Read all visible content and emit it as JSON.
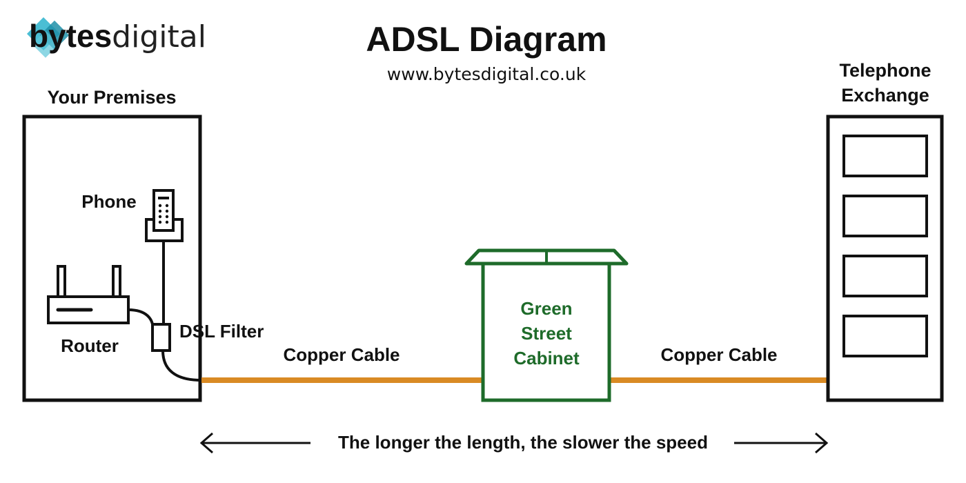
{
  "logo": {
    "text_bold": "bytes",
    "text_light": "digital",
    "colors": [
      "#1f8fa8",
      "#2bb3cc",
      "#5cc6d9"
    ]
  },
  "title": "ADSL Diagram",
  "url": "www.bytesdigital.co.uk",
  "premises": {
    "title": "Your Premises",
    "phone_label": "Phone",
    "router_label": "Router",
    "filter_label": "DSL Filter"
  },
  "cabinet": {
    "line1": "Green",
    "line2": "Street",
    "line3": "Cabinet",
    "color": "#1e6b2a"
  },
  "exchange": {
    "line1": "Telephone",
    "line2": "Exchange",
    "slots": 4
  },
  "cables": {
    "left_label": "Copper Cable",
    "right_label": "Copper Cable",
    "color": "#d98a24"
  },
  "footer": {
    "note": "The longer the length, the slower the speed"
  }
}
